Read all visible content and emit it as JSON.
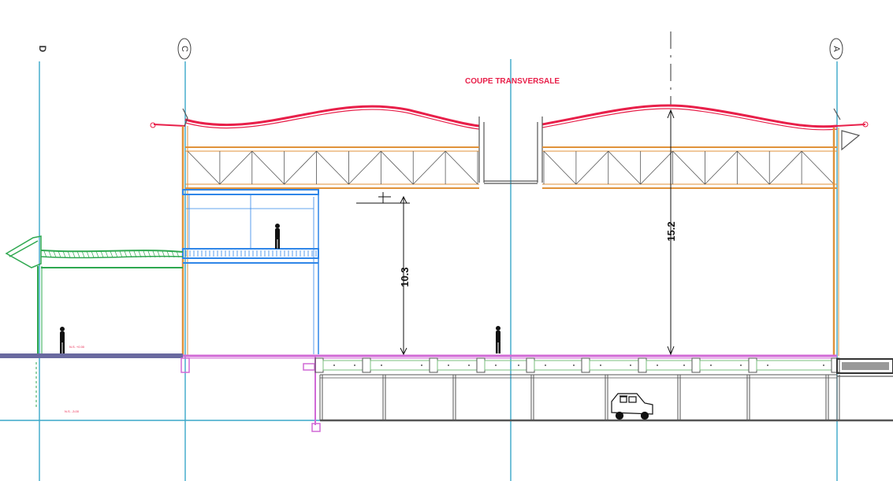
{
  "title": "COUPE TRANSVERSALE",
  "grid_labels": {
    "a": "A",
    "c": "C",
    "d": "D"
  },
  "dimensions": {
    "left_height": "10.3",
    "right_height": "15.2"
  },
  "level_notes": {
    "upper": "N.S. +0.00",
    "lower": "N.S. -3.00"
  },
  "colors": {
    "roof": "#e8204a",
    "structure": "#e0923a",
    "mezzanine": "#2f86e8",
    "canopy": "#2ea84f",
    "slab": "#d16ad6",
    "gridline": "#3aa7c9",
    "ink": "#111111"
  }
}
